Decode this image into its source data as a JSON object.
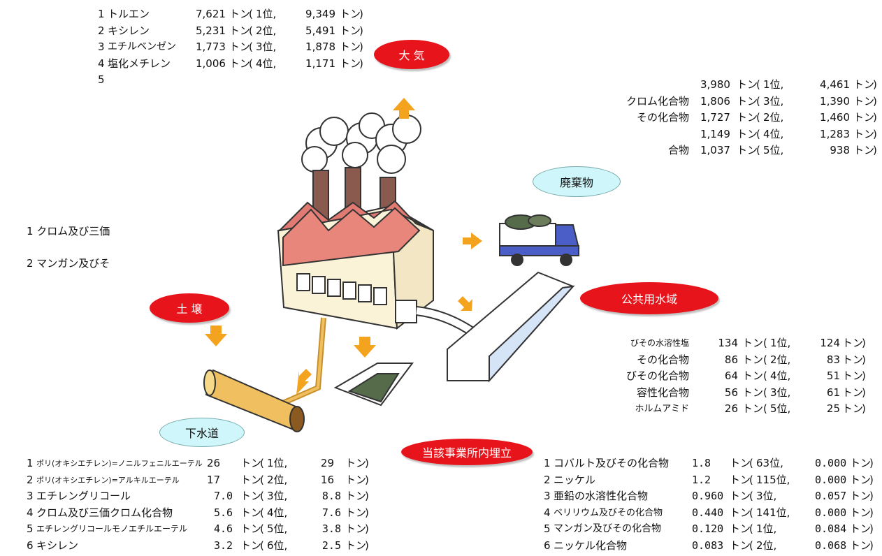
{
  "air_list": {
    "rows": [
      {
        "no": "1",
        "name": "トルエン",
        "amount": "7,621",
        "unit": "トン",
        "rank": "1位,",
        "prev": "9,349",
        "prev_unit": "トン"
      },
      {
        "no": "2",
        "name": "キシレン",
        "amount": "5,231",
        "unit": "トン",
        "rank": "2位,",
        "prev": "5,491",
        "prev_unit": "トン"
      },
      {
        "no": "3",
        "name": "エチルベンゼン",
        "amount": "1,773",
        "unit": "トン",
        "rank": "3位,",
        "prev": "1,878",
        "prev_unit": "トン"
      },
      {
        "no": "4",
        "name": "塩化メチレン",
        "amount": "1,006",
        "unit": "トン",
        "rank": "4位,",
        "prev": "1,171",
        "prev_unit": "トン"
      }
    ],
    "row5_no": "5"
  },
  "waste_list": {
    "rows": [
      {
        "name": "",
        "amount": "3,980",
        "unit": "トン",
        "rank": "1位,",
        "prev": "4,461",
        "prev_unit": "トン"
      },
      {
        "name": "クロム化合物",
        "amount": "1,806",
        "unit": "トン",
        "rank": "3位,",
        "prev": "1,390",
        "prev_unit": "トン"
      },
      {
        "name": "その化合物",
        "amount": "1,727",
        "unit": "トン",
        "rank": "2位,",
        "prev": "1,460",
        "prev_unit": "トン"
      },
      {
        "name": "",
        "amount": "1,149",
        "unit": "トン",
        "rank": "4位,",
        "prev": "1,283",
        "prev_unit": "トン"
      },
      {
        "name": "合物",
        "amount": "1,037",
        "unit": "トン",
        "rank": "5位,",
        "prev": "938",
        "prev_unit": "トン"
      }
    ]
  },
  "left_list": {
    "rows": [
      {
        "text": "1 クロム及び三価"
      },
      {
        "text": "2 マンガン及びそ"
      }
    ]
  },
  "water_list": {
    "rows": [
      {
        "name": "びその水溶性塩",
        "amount": "134",
        "unit": "トン",
        "rank": "1位,",
        "prev": "124",
        "prev_unit": "トン"
      },
      {
        "name": "その化合物",
        "amount": "86",
        "unit": "トン",
        "rank": "2位,",
        "prev": "83",
        "prev_unit": "トン"
      },
      {
        "name": "びその化合物",
        "amount": "64",
        "unit": "トン",
        "rank": "4位,",
        "prev": "51",
        "prev_unit": "トン"
      },
      {
        "name": "容性化合物",
        "amount": "56",
        "unit": "トン",
        "rank": "3位,",
        "prev": "61",
        "prev_unit": "トン"
      },
      {
        "name": "ホルムアミド",
        "amount": "26",
        "unit": "トン",
        "rank": "5位,",
        "prev": "25",
        "prev_unit": "トン"
      }
    ]
  },
  "sewer_list": {
    "rows": [
      {
        "no": "1",
        "name": "ポリ(オキシエチレン)=ノニルフェニルエーテル",
        "amount": "26",
        "unit": "トン",
        "rank": "1位,",
        "prev": "29",
        "prev_unit": "トン"
      },
      {
        "no": "2",
        "name": "ポリ(オキシエチレン)=アルキルエーテル",
        "amount": "17",
        "unit": "トン",
        "rank": "2位,",
        "prev": "16",
        "prev_unit": "トン"
      },
      {
        "no": "3",
        "name": "エチレングリコール",
        "amount": "7.0",
        "unit": "トン",
        "rank": "3位,",
        "prev": "8.8",
        "prev_unit": "トン"
      },
      {
        "no": "4",
        "name": "クロム及び三価クロム化合物",
        "amount": "5.6",
        "unit": "トン",
        "rank": "4位,",
        "prev": "7.6",
        "prev_unit": "トン"
      },
      {
        "no": "5",
        "name": "エチレングリコールモノエチルエーテル",
        "amount": "4.6",
        "unit": "トン",
        "rank": "5位,",
        "prev": "3.8",
        "prev_unit": "トン"
      },
      {
        "no": "6",
        "name": "キシレン",
        "amount": "3.2",
        "unit": "トン",
        "rank": "6位,",
        "prev": "2.5",
        "prev_unit": "トン"
      }
    ]
  },
  "landfill_list": {
    "rows": [
      {
        "no": "1",
        "name": "コバルト及びその化合物",
        "amount": "1.8",
        "unit": "トン",
        "rank": "63位,",
        "prev": "0.000",
        "prev_unit": "トン"
      },
      {
        "no": "2",
        "name": "ニッケル",
        "amount": "1.2",
        "unit": "トン",
        "rank": "115位,",
        "prev": "0.000",
        "prev_unit": "トン"
      },
      {
        "no": "3",
        "name": "亜鉛の水溶性化合物",
        "amount": "0.960",
        "unit": "トン",
        "rank": "3位,",
        "prev": "0.057",
        "prev_unit": "トン"
      },
      {
        "no": "4",
        "name": "ベリリウム及びその化合物",
        "amount": "0.440",
        "unit": "トン",
        "rank": "141位,",
        "prev": "0.000",
        "prev_unit": "トン"
      },
      {
        "no": "5",
        "name": "マンガン及びその化合物",
        "amount": "0.120",
        "unit": "トン",
        "rank": "1位,",
        "prev": "0.084",
        "prev_unit": "トン"
      },
      {
        "no": "6",
        "name": "ニッケル化合物",
        "amount": "0.083",
        "unit": "トン",
        "rank": "2位,",
        "prev": "0.068",
        "prev_unit": "トン"
      }
    ]
  },
  "labels": {
    "air": "大 気",
    "waste": "廃棄物",
    "water": "公共用水域",
    "soil": "土 壌",
    "sewer": "下水道",
    "landfill": "当該事業所内埋立"
  },
  "colors": {
    "red_label": "#e8141b",
    "cyan_label": "#cff7fb",
    "arrow": "#f4a31e",
    "roof": "#e07a72",
    "chimney": "#8a5a4e",
    "truck": "#4b5ec8",
    "pipe": "#f0c060"
  }
}
